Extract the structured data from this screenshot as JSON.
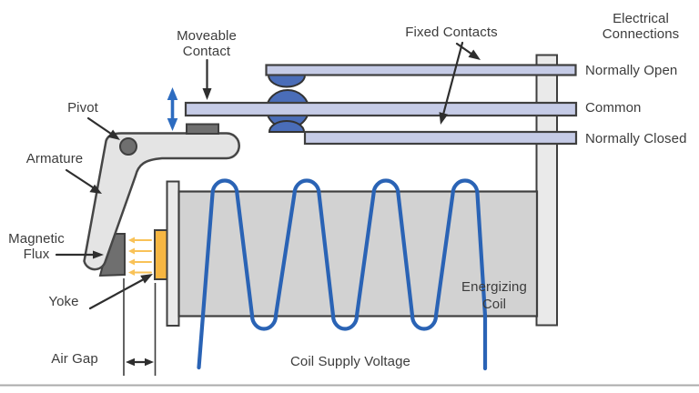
{
  "labels": {
    "moveable_contact": {
      "line1": "Moveable",
      "line2": "Contact"
    },
    "fixed_contacts": "Fixed Contacts",
    "electrical_connections": {
      "line1": "Electrical",
      "line2": "Connections"
    },
    "normally_open": "Normally Open",
    "common": "Common",
    "normally_closed": "Normally Closed",
    "pivot": "Pivot",
    "armature": "Armature",
    "magnetic_flux": {
      "line1": "Magnetic",
      "line2": "Flux"
    },
    "yoke": "Yoke",
    "air_gap": "Air Gap",
    "coil_supply_voltage": "Coil Supply Voltage",
    "energizing_coil": {
      "line1": "Energizing",
      "line2": "Coil"
    }
  },
  "colors": {
    "outline": "#3f3f3f",
    "label_text": "#3c3c3c",
    "metal_light": "#eaeaea",
    "coil_gray": "#d2d2d2",
    "armature_gray": "#e4e4e4",
    "dark_part": "#6f6f6f",
    "bar_lavender": "#c5cbe6",
    "contact_blue": "#4a6db8",
    "wire_blue": "#2a63b5",
    "motion_arrow_blue": "#2d6cc0",
    "yoke_yellow": "#f6b642",
    "flux_arrow_yellow": "#f9c257",
    "arrow_black": "#2e2e2e",
    "footer_rule": "#ababab"
  }
}
